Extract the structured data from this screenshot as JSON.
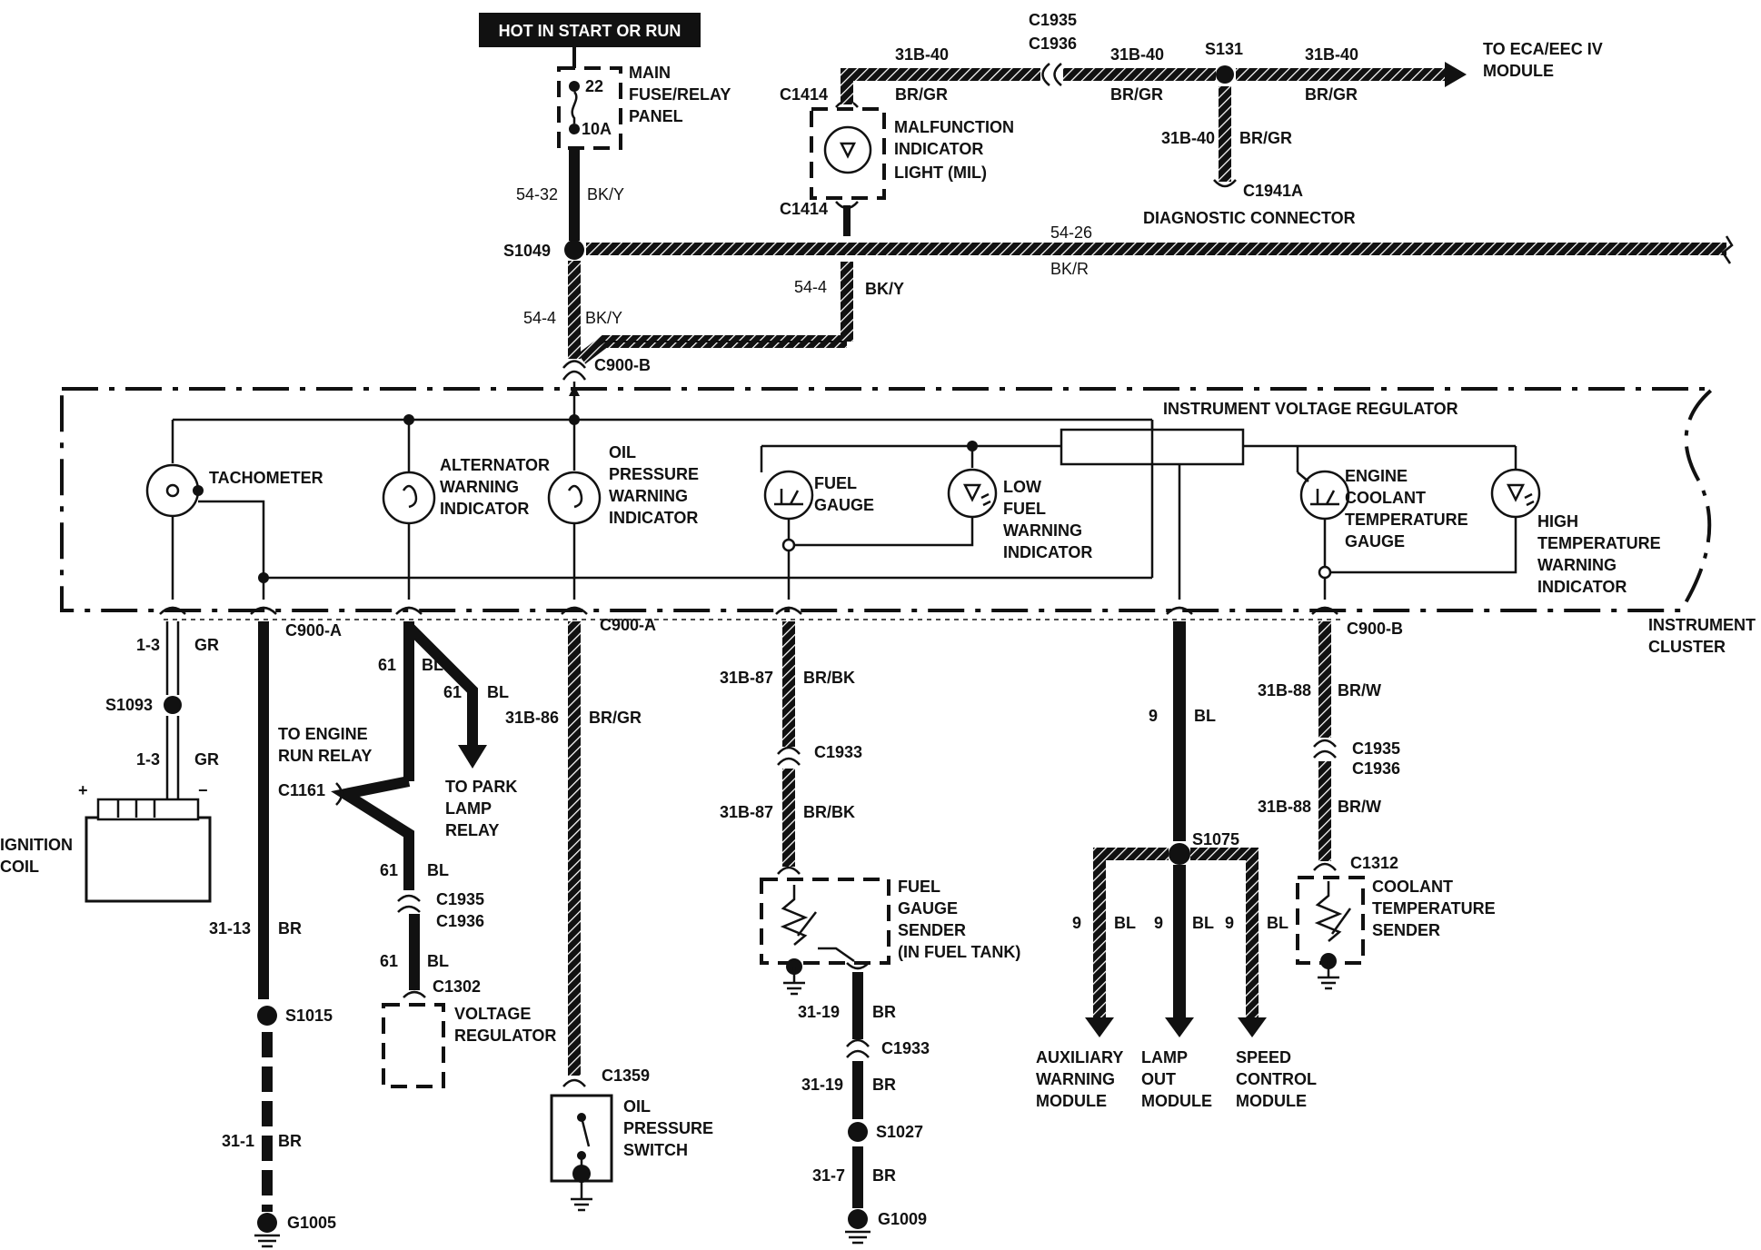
{
  "header": {
    "hot_label": "HOT IN START OR RUN"
  },
  "fuse_panel": {
    "label_line1": "MAIN",
    "label_line2": "FUSE/RELAY",
    "label_line3": "PANEL",
    "fuse_number": "22",
    "fuse_rating": "10A"
  },
  "wires": {
    "w54_32": {
      "circuit": "54-32",
      "color": "BK/Y"
    },
    "w54_4_left": {
      "circuit": "54-4",
      "color": "BK/Y"
    },
    "w54_4_right": {
      "circuit": "54-4",
      "color": "BK/Y"
    },
    "w54_26": {
      "circuit": "54-26",
      "color": "BK/R"
    },
    "w31b40_a": {
      "circuit": "31B-40",
      "color": "BR/GR"
    },
    "w31b40_b": {
      "circuit": "31B-40",
      "color": "BR/GR"
    },
    "w31b40_c": {
      "circuit": "31B-40",
      "color": "BR/GR"
    },
    "w31b40_d": {
      "circuit": "31B-40",
      "color": "BR/GR"
    },
    "w1_3_a": {
      "circuit": "1-3",
      "color": "GR"
    },
    "w1_3_b": {
      "circuit": "1-3",
      "color": "GR"
    },
    "w31_13": {
      "circuit": "31-13",
      "color": "BR"
    },
    "w31_1": {
      "circuit": "31-1",
      "color": "BR"
    },
    "w61_a": {
      "circuit": "61",
      "color": "BL"
    },
    "w61_b": {
      "circuit": "61",
      "color": "BL"
    },
    "w61_c": {
      "circuit": "61",
      "color": "BL"
    },
    "w61_d": {
      "circuit": "61",
      "color": "BL"
    },
    "w31b86": {
      "circuit": "31B-86",
      "color": "BR/GR"
    },
    "w31b87_a": {
      "circuit": "31B-87",
      "color": "BR/BK"
    },
    "w31b87_b": {
      "circuit": "31B-87",
      "color": "BR/BK"
    },
    "w31_19_a": {
      "circuit": "31-19",
      "color": "BR"
    },
    "w31_19_b": {
      "circuit": "31-19",
      "color": "BR"
    },
    "w31_7": {
      "circuit": "31-7",
      "color": "BR"
    },
    "w9_main": {
      "circuit": "9",
      "color": "BL"
    },
    "w9_a": {
      "circuit": "9",
      "color": "BL"
    },
    "w9_b": {
      "circuit": "9",
      "color": "BL"
    },
    "w9_c": {
      "circuit": "9",
      "color": "BL"
    },
    "w31b88_a": {
      "circuit": "31B-88",
      "color": "BR/W"
    },
    "w31b88_b": {
      "circuit": "31B-88",
      "color": "BR/W"
    }
  },
  "connectors": {
    "c1414_top": "C1414",
    "c1414_bottom": "C1414",
    "c1935_top": "C1935",
    "c1936_top": "C1936",
    "c1941a": "C1941A",
    "c900b_top": "C900-B",
    "c900a_left": "C900-A",
    "c900a_mid": "C900-A",
    "c900b_right": "C900-B",
    "c1161": "C1161",
    "c1935_61": "C1935",
    "c1936_61": "C1936",
    "c1302": "C1302",
    "c1359": "C1359",
    "c1933_a": "C1933",
    "c1933_b": "C1933",
    "c1935_88": "C1935",
    "c1936_88": "C1936",
    "c1312": "C1312"
  },
  "splices": {
    "s131": "S131",
    "s1049": "S1049",
    "s1093": "S1093",
    "s1015": "S1015",
    "s1075": "S1075",
    "s1027": "S1027"
  },
  "grounds": {
    "g1005": "G1005",
    "g1009": "G1009"
  },
  "components": {
    "to_eca_line1": "TO ECA/EEC IV",
    "to_eca_line2": "MODULE",
    "mil_line1": "MALFUNCTION",
    "mil_line2": "INDICATOR",
    "mil_line3": "LIGHT (MIL)",
    "diag_connector": "DIAGNOSTIC CONNECTOR",
    "ivr": "INSTRUMENT  VOLTAGE REGULATOR",
    "tach": "TACHOMETER",
    "alt_line1": "ALTERNATOR",
    "alt_line2": "WARNING",
    "alt_line3": "INDICATOR",
    "oil_line1": "OIL",
    "oil_line2": "PRESSURE",
    "oil_line3": "WARNING",
    "oil_line4": "INDICATOR",
    "fuel_line1": "FUEL",
    "fuel_line2": "GAUGE",
    "lowfuel_line1": "LOW",
    "lowfuel_line2": "FUEL",
    "lowfuel_line3": "WARNING",
    "lowfuel_line4": "INDICATOR",
    "ect_line1": "ENGINE",
    "ect_line2": "COOLANT",
    "ect_line3": "TEMPERATURE",
    "ect_line4": "GAUGE",
    "hightemp_line1": "HIGH",
    "hightemp_line2": "TEMPERATURE",
    "hightemp_line3": "WARNING",
    "hightemp_line4": "INDICATOR",
    "cluster_line1": "INSTRUMENT",
    "cluster_line2": "CLUSTER",
    "ign_line1": "IGNITION",
    "ign_line2": "COIL",
    "ign_plus": "+",
    "ign_minus": "−",
    "engrun_line1": "TO ENGINE",
    "engrun_line2": "RUN RELAY",
    "park_line1": "TO PARK",
    "park_line2": "LAMP",
    "park_line3": "RELAY",
    "vreg_line1": "VOLTAGE",
    "vreg_line2": "REGULATOR",
    "oilsw_line1": "OIL",
    "oilsw_line2": "PRESSURE",
    "oilsw_line3": "SWITCH",
    "fgs_line1": "FUEL",
    "fgs_line2": "GAUGE",
    "fgs_line3": "SENDER",
    "fgs_line4": "(IN FUEL TANK)",
    "cts_line1": "COOLANT",
    "cts_line2": "TEMPERATURE",
    "cts_line3": "SENDER",
    "aux_line1": "AUXILIARY",
    "aux_line2": "WARNING",
    "aux_line3": "MODULE",
    "lamp_line1": "LAMP",
    "lamp_line2": "OUT",
    "lamp_line3": "MODULE",
    "speed_line1": "SPEED",
    "speed_line2": "CONTROL",
    "speed_line3": "MODULE"
  }
}
